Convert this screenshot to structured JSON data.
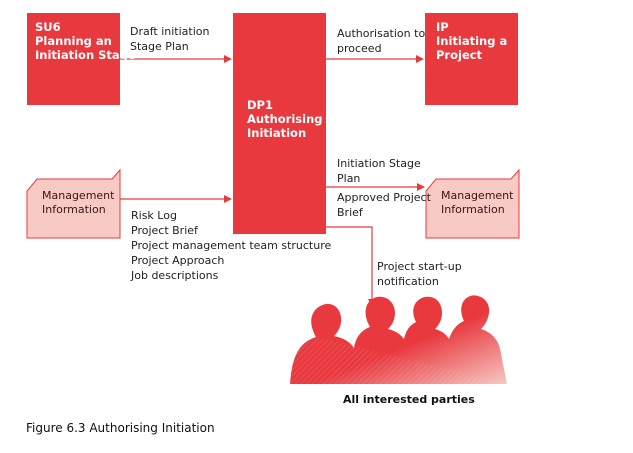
{
  "colors": {
    "process": "#e8393f",
    "document_fill": "#f7cbc4",
    "document_stroke": "#e8393f",
    "arrow": "#e8393f",
    "people": "#e8393f"
  },
  "processes": {
    "su6": {
      "lines": [
        "SU6",
        "Planning an",
        "Initiation Stage"
      ]
    },
    "dp1": {
      "lines": [
        "DP1",
        "Authorising",
        "Initiation"
      ]
    },
    "ip": {
      "lines": [
        "IP",
        "Initiating a",
        "Project"
      ]
    }
  },
  "documents": {
    "input": {
      "lines": [
        "Management",
        "Information"
      ]
    },
    "output": {
      "lines": [
        "Management",
        "Information"
      ]
    }
  },
  "flows": {
    "draft_plan": {
      "lines": [
        "Draft initiation",
        "Stage Plan"
      ]
    },
    "authorisation": {
      "lines": [
        "Authorisation to",
        "proceed"
      ]
    },
    "inputs": {
      "lines": [
        "Risk Log",
        "Project Brief",
        "Project management team structure",
        "Project Approach",
        "Job descriptions"
      ]
    },
    "outputs": {
      "lines": [
        "Initiation Stage",
        "Plan",
        "Approved Project",
        "Brief"
      ]
    },
    "notification": {
      "lines": [
        "Project start-up",
        "notification"
      ]
    }
  },
  "people_label": "All interested parties",
  "figure_caption": "Figure 6.3 Authorising Initiation"
}
